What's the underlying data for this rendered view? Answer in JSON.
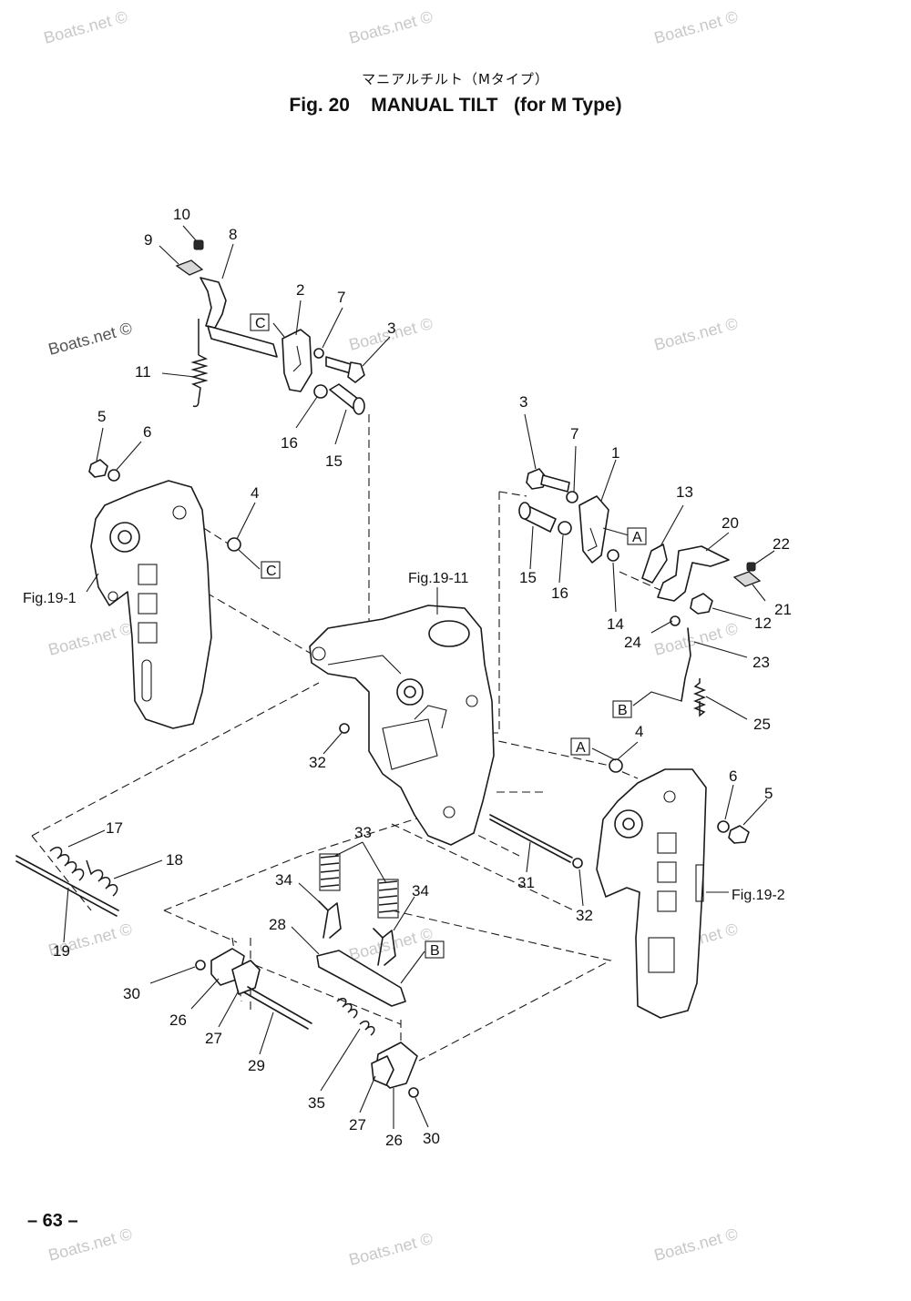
{
  "header": {
    "subtitle_jp": "マニアルチルト（Mタイプ）",
    "title": "Fig. 20    MANUAL TILT   (for M Type)"
  },
  "footer": {
    "page_number": "– 63 –"
  },
  "watermark": {
    "text": "Boats.net ©"
  },
  "figure_refs": {
    "fig19_1": "Fig.19-1",
    "fig19_2": "Fig.19-2",
    "fig19_11": "Fig.19-11"
  },
  "reference_boxes": {
    "a": "A",
    "b": "B",
    "c": "C"
  },
  "callouts": {
    "n1": "1",
    "n2": "2",
    "n3": "3",
    "n4": "4",
    "n5": "5",
    "n6": "6",
    "n7": "7",
    "n8": "8",
    "n9": "9",
    "n10": "10",
    "n11": "11",
    "n12": "12",
    "n13": "13",
    "n14": "14",
    "n15": "15",
    "n16": "16",
    "n17": "17",
    "n18": "18",
    "n19": "19",
    "n20": "20",
    "n21": "21",
    "n22": "22",
    "n23": "23",
    "n24": "24",
    "n25": "25",
    "n26": "26",
    "n27": "27",
    "n28": "28",
    "n29": "29",
    "n30": "30",
    "n31": "31",
    "n32": "32",
    "n33": "33",
    "n34": "34",
    "n35": "35"
  }
}
